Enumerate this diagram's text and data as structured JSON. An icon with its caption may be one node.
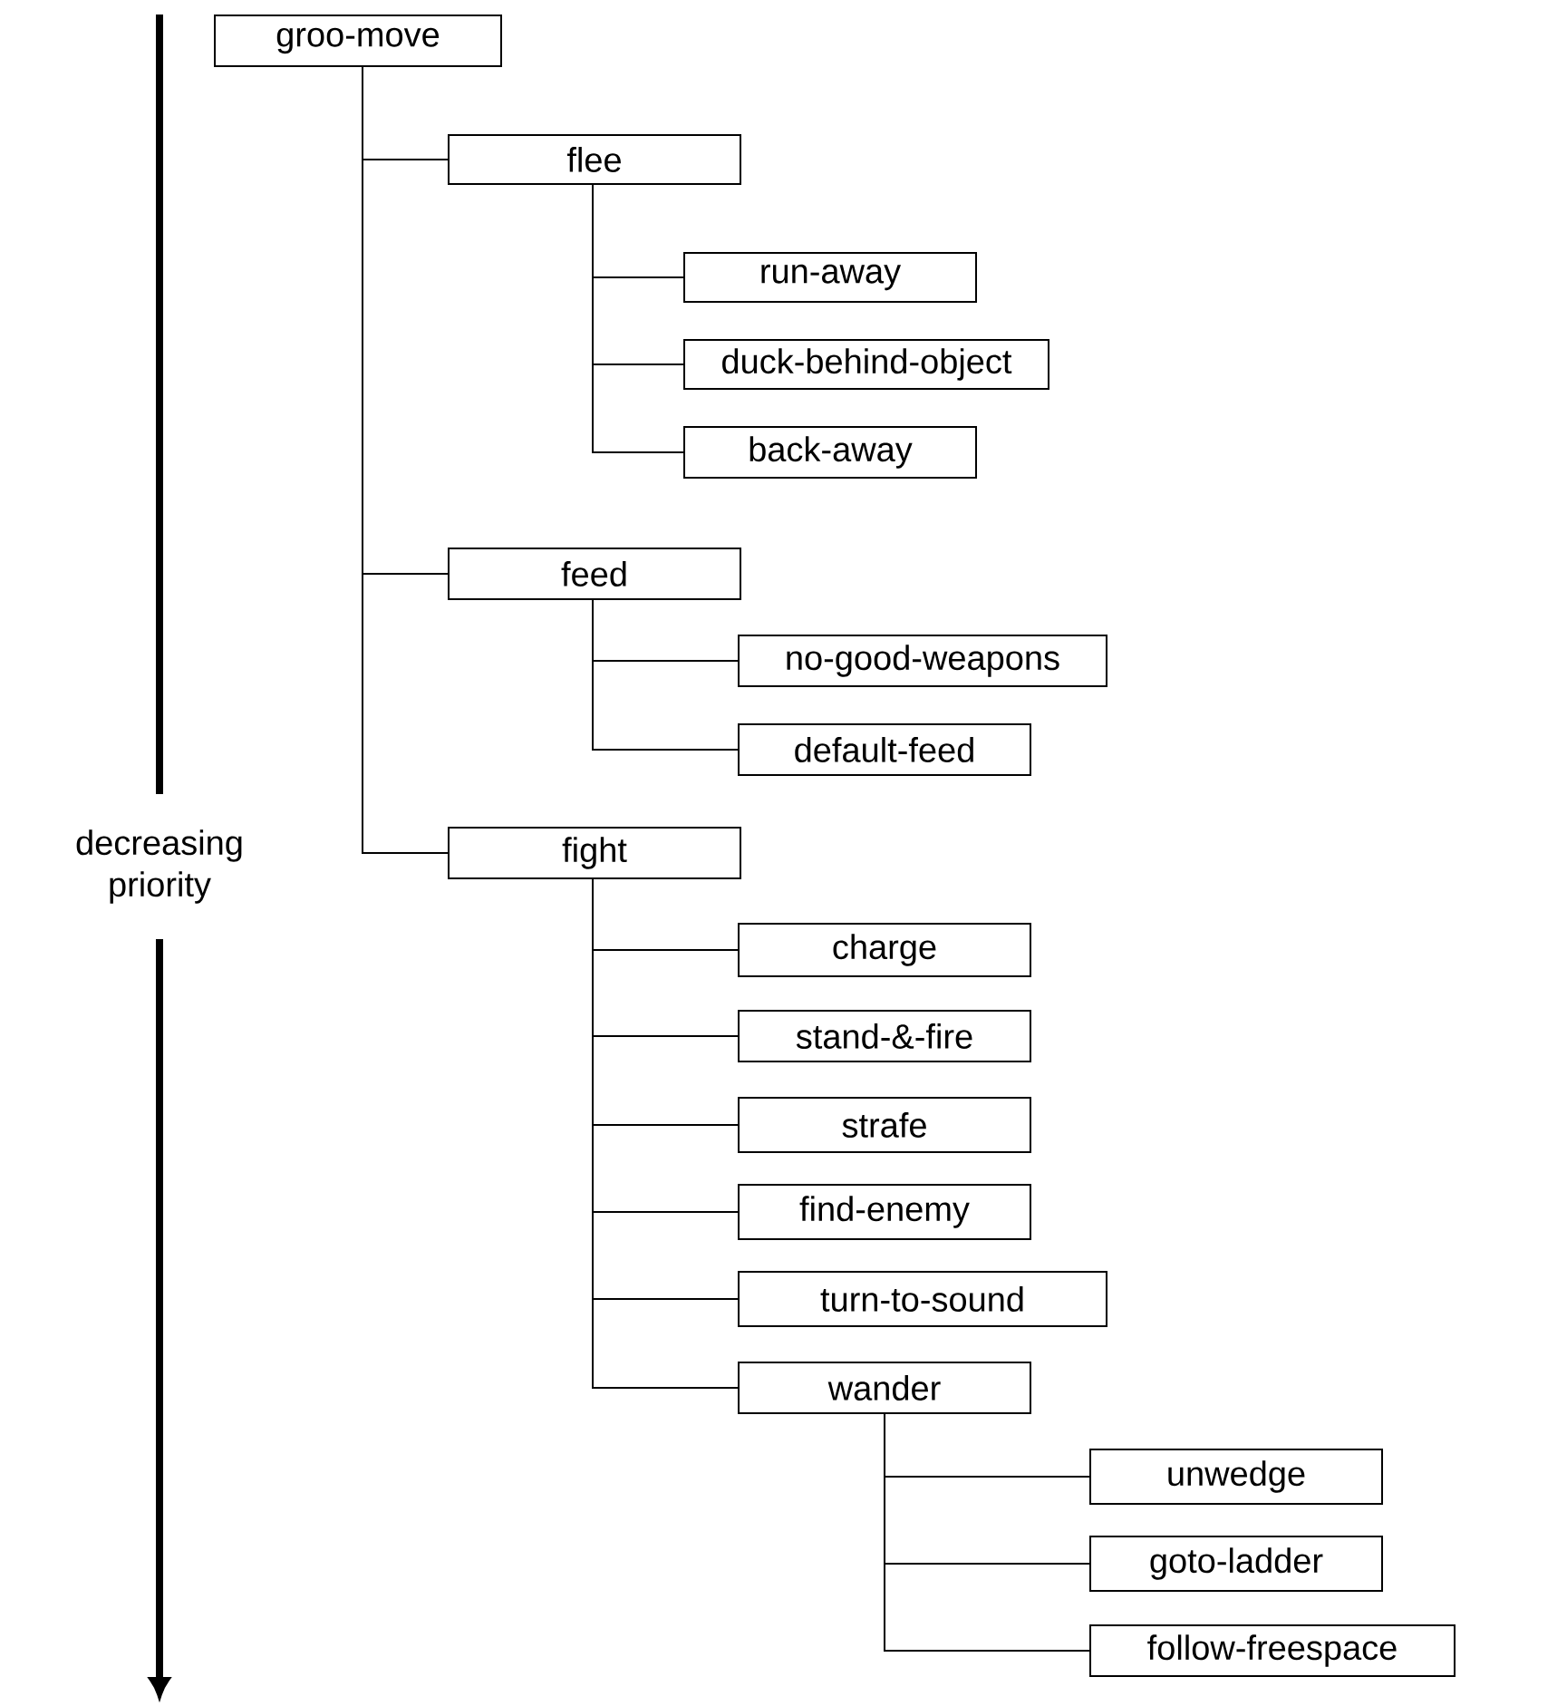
{
  "diagram": {
    "nodes": [
      {
        "text": [
          "groo-move"
        ]
      },
      {
        "text": [
          "flee"
        ]
      },
      {
        "text": [
          "run-away"
        ]
      },
      {
        "text": [
          "duck-behind-object"
        ]
      },
      {
        "text": [
          "back-away"
        ]
      },
      {
        "text": [
          "feed"
        ]
      },
      {
        "text": [
          "no-good-weapons"
        ]
      },
      {
        "text": [
          "default-feed"
        ]
      },
      {
        "text": [
          "fight"
        ]
      },
      {
        "text": [
          "charge"
        ]
      },
      {
        "text": [
          "stand-&-fire"
        ]
      },
      {
        "text": [
          "strafe"
        ]
      },
      {
        "text": [
          "find-enemy"
        ]
      },
      {
        "text": [
          "turn-to-sound"
        ]
      },
      {
        "text": [
          "wander"
        ]
      },
      {
        "text": [
          "unwedge"
        ]
      },
      {
        "text": [
          "goto-ladder"
        ]
      },
      {
        "text": [
          "follow-freespace"
        ]
      }
    ],
    "edges": [
      {
        "from": 0,
        "to": 1,
        "arrow": "none"
      },
      {
        "from": 0,
        "to": 5,
        "arrow": "none"
      },
      {
        "from": 0,
        "to": 8,
        "arrow": "none"
      },
      {
        "from": 1,
        "to": 2,
        "arrow": "none"
      },
      {
        "from": 1,
        "to": 3,
        "arrow": "none"
      },
      {
        "from": 1,
        "to": 4,
        "arrow": "none"
      },
      {
        "from": 5,
        "to": 6,
        "arrow": "none"
      },
      {
        "from": 5,
        "to": 7,
        "arrow": "none"
      },
      {
        "from": 8,
        "to": 9,
        "arrow": "none"
      },
      {
        "from": 8,
        "to": 10,
        "arrow": "none"
      },
      {
        "from": 8,
        "to": 11,
        "arrow": "none"
      },
      {
        "from": 8,
        "to": 12,
        "arrow": "none"
      },
      {
        "from": 8,
        "to": 13,
        "arrow": "none"
      },
      {
        "from": 8,
        "to": 14,
        "arrow": "none"
      },
      {
        "from": 14,
        "to": 15,
        "arrow": "none"
      },
      {
        "from": 14,
        "to": 16,
        "arrow": "none"
      },
      {
        "from": 14,
        "to": 17,
        "arrow": "none"
      }
    ],
    "labels": [
      "decreasing priority"
    ]
  }
}
